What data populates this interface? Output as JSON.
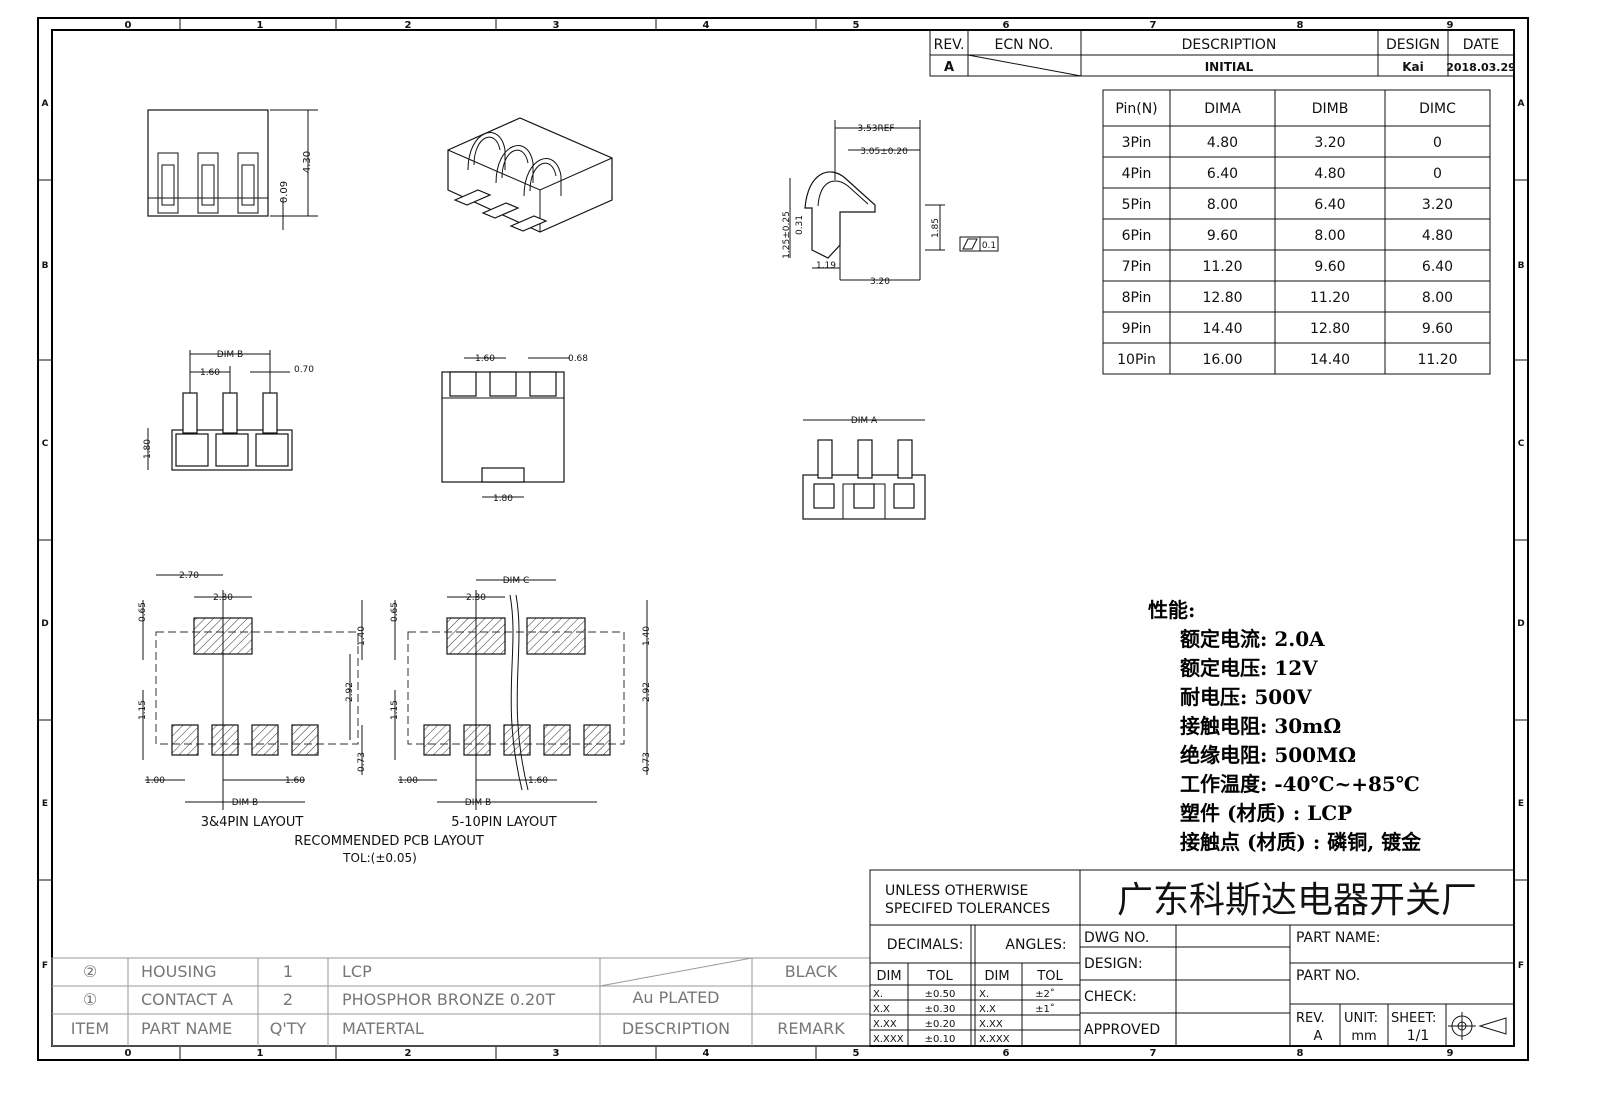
{
  "grid": {
    "columns": [
      "0",
      "1",
      "2",
      "3",
      "4",
      "5",
      "6",
      "7",
      "8",
      "9"
    ],
    "rows": [
      "A",
      "B",
      "C",
      "D",
      "E",
      "F"
    ]
  },
  "revision_block": {
    "headers": [
      "REV.",
      "ECN NO.",
      "DESCRIPTION",
      "DESIGN",
      "DATE"
    ],
    "rev": "A",
    "ecn": "",
    "description": "INITIAL",
    "design": "Kai",
    "date": "2018.03.29"
  },
  "dim_table": {
    "headers": [
      "Pin(N)",
      "DIMA",
      "DIMB",
      "DIMC"
    ],
    "rows": [
      [
        "3Pin",
        "4.80",
        "3.20",
        "0"
      ],
      [
        "4Pin",
        "6.40",
        "4.80",
        "0"
      ],
      [
        "5Pin",
        "8.00",
        "6.40",
        "3.20"
      ],
      [
        "6Pin",
        "9.60",
        "8.00",
        "4.80"
      ],
      [
        "7Pin",
        "11.20",
        "9.60",
        "6.40"
      ],
      [
        "8Pin",
        "12.80",
        "11.20",
        "8.00"
      ],
      [
        "9Pin",
        "14.40",
        "12.80",
        "9.60"
      ],
      [
        "10Pin",
        "16.00",
        "14.40",
        "11.20"
      ]
    ]
  },
  "views": {
    "top": {
      "d430": "4.30",
      "d009": "0.09"
    },
    "side": {
      "ref": "3.53REF",
      "w": "3.05±0.20",
      "h1": "1.25±0.25",
      "h2": "0.31",
      "h3": "1.85",
      "flat": "0.1",
      "b1": "1.19",
      "b2": "3.20"
    },
    "front_left": {
      "dimb": "DIM B",
      "pitch": "1.60",
      "d070": "0.70",
      "d180": "1.80"
    },
    "front_mid": {
      "pitch": "1.60",
      "d068": "0.68",
      "d180": "1.80"
    },
    "front_right": {
      "dima": "DIM A"
    }
  },
  "pcb": {
    "left": {
      "d270": "2.70",
      "d230": "2.30",
      "d065": "0.65",
      "d140": "1.40",
      "d292": "2.92",
      "d115": "1.15",
      "d073": "0.73",
      "d100": "1.00",
      "d160": "1.60",
      "dimb": "DIM B",
      "title": "3&4PIN LAYOUT"
    },
    "right": {
      "dimc": "DIM C",
      "d230": "2.30",
      "d065": "0.65",
      "d140": "1.40",
      "d292": "2.92",
      "d115": "1.15",
      "d073": "0.73",
      "d100": "1.00",
      "d160": "1.60",
      "dimb": "DIM B",
      "title": "5-10PIN LAYOUT"
    },
    "caption": "RECOMMENDED PCB LAYOUT",
    "tol": "TOL:(±0.05)"
  },
  "specs": {
    "heading": "性能:",
    "items": [
      "额定电流: 2.0A",
      "额定电压: 12V",
      "耐电压: 500V",
      "接触电阻: 30mΩ",
      "绝缘电阻: 500MΩ",
      "工作温度: -40℃~+85℃",
      "塑件 (材质) : LCP",
      "接触点 (材质) : 磷铜, 镀金"
    ]
  },
  "bom": {
    "rows": [
      {
        "item": "②",
        "name": "HOUSING",
        "qty": "1",
        "material": "LCP",
        "desc": "",
        "remark": "BLACK"
      },
      {
        "item": "①",
        "name": "CONTACT A",
        "qty": "2",
        "material": "PHOSPHOR BRONZE 0.20T",
        "desc": "Au PLATED",
        "remark": ""
      }
    ],
    "header": {
      "item": "ITEM",
      "name": "PART NAME",
      "qty": "Q'TY",
      "material": "MATERTAL",
      "desc": "DESCRIPTION",
      "remark": "REMARK"
    }
  },
  "title_block": {
    "tol_title1": "UNLESS OTHERWISE",
    "tol_title2": "SPECIFED TOLERANCES",
    "company": "广东科斯达电器开关厂",
    "decimals": "DECIMALS:",
    "angles": "ANGLES:",
    "dim": "DIM",
    "tol": "TOL",
    "dec_rows": [
      [
        "X.",
        "±0.50"
      ],
      [
        "X.X",
        "±0.30"
      ],
      [
        "X.XX",
        "±0.20"
      ],
      [
        "X.XXX",
        "±0.10"
      ]
    ],
    "ang_rows": [
      [
        "X.",
        "±2˚"
      ],
      [
        "X.X",
        "±1˚"
      ],
      [
        "X.XX",
        ""
      ],
      [
        "X.XXX",
        ""
      ]
    ],
    "dwg_no": "DWG NO.",
    "design": "DESIGN:",
    "check": "CHECK:",
    "approved": "APPROVED",
    "part_name": "PART NAME:",
    "part_no": "PART NO.",
    "rev": "REV.",
    "rev_val": "A",
    "unit": "UNIT:",
    "unit_val": "mm",
    "sheet": "SHEET:",
    "sheet_val": "1/1"
  }
}
